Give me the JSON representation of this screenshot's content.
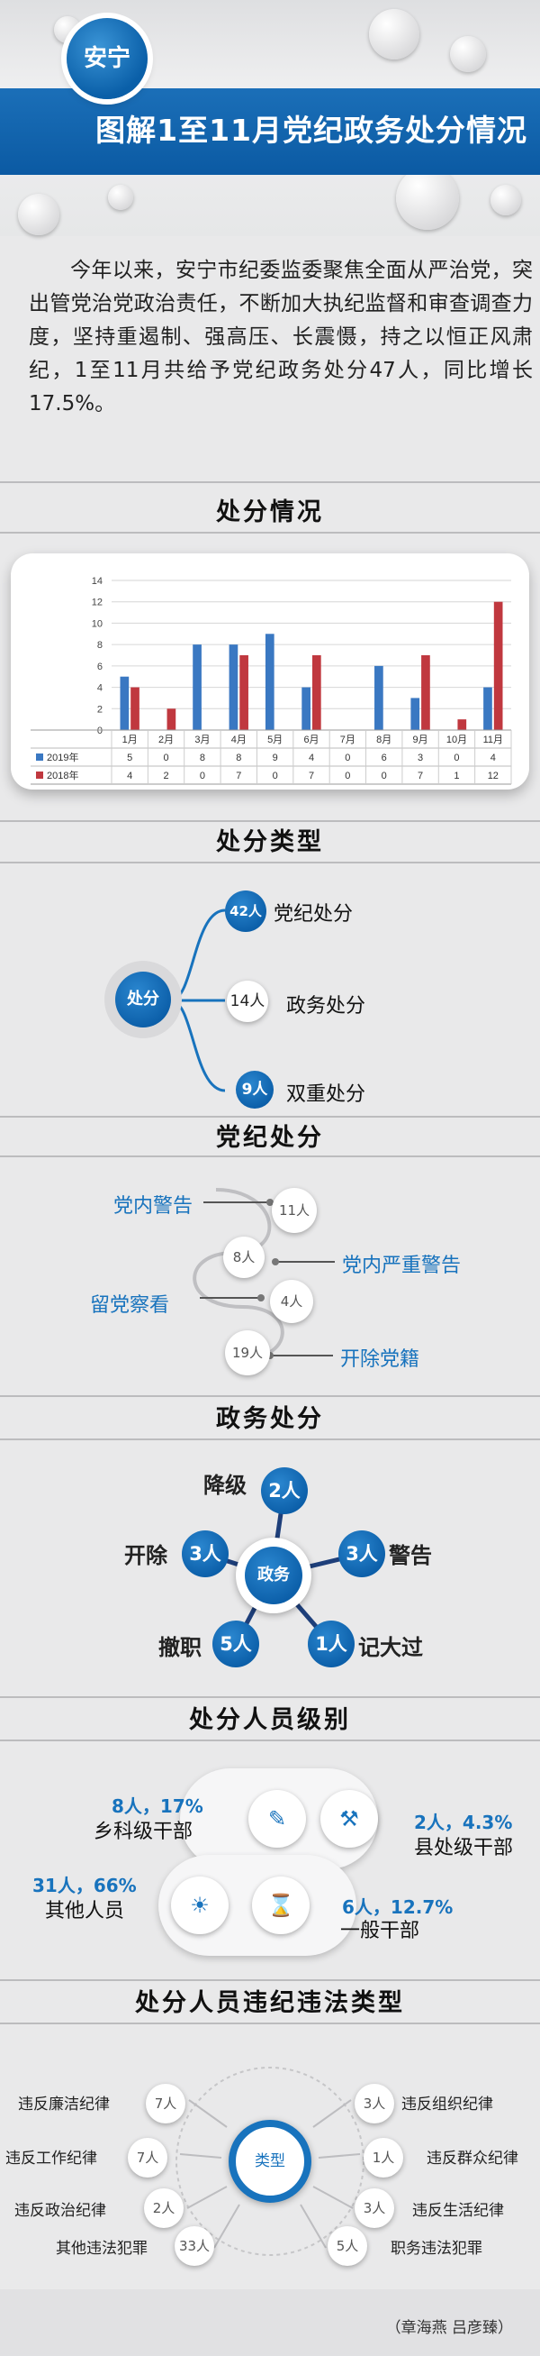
{
  "header": {
    "badge": "安宁",
    "title": "图解1至11月党纪政务处分情况"
  },
  "intro": "今年以来，安宁市纪委监委聚焦全面从严治党，突出管党治党政治责任，不断加大执纪监督和审查调查力度，坚持重遏制、强高压、长震慑，持之以恒正风肃纪，1至11月共给予党纪政务处分47人，同比增长17.5%。",
  "sections": {
    "situation": "处分情况",
    "types": "处分类型",
    "party": "党纪处分",
    "admin": "政务处分",
    "level": "处分人员级别",
    "violation": "处分人员违纪违法类型"
  },
  "chart_data": {
    "type": "bar",
    "categories": [
      "1月",
      "2月",
      "3月",
      "4月",
      "5月",
      "6月",
      "7月",
      "8月",
      "9月",
      "10月",
      "11月"
    ],
    "series": [
      {
        "name": "2019年",
        "values": [
          5,
          0,
          8,
          8,
          9,
          4,
          0,
          6,
          3,
          0,
          4
        ],
        "color": "#3a78c2"
      },
      {
        "name": "2018年",
        "values": [
          4,
          2,
          0,
          7,
          0,
          7,
          0,
          0,
          7,
          1,
          12
        ],
        "color": "#c0383f"
      }
    ],
    "ylim": [
      0,
      14
    ],
    "yticks": [
      "0",
      "2",
      "4",
      "6",
      "8",
      "10",
      "12",
      "14"
    ],
    "grid": true
  },
  "types": {
    "center": "处分",
    "items": [
      {
        "count": "42人",
        "label": "党纪处分"
      },
      {
        "count": "14人",
        "label": "政务处分"
      },
      {
        "count": "9人",
        "label": "双重处分"
      }
    ]
  },
  "party": {
    "items": [
      {
        "label": "党内警告",
        "count": "11人"
      },
      {
        "label": "党内严重警告",
        "count": "8人"
      },
      {
        "label": "留党察看",
        "count": "4人"
      },
      {
        "label": "开除党籍",
        "count": "19人"
      }
    ]
  },
  "admin": {
    "center": "政务",
    "items": [
      {
        "label": "降级",
        "count": "2人"
      },
      {
        "label": "警告",
        "count": "3人"
      },
      {
        "label": "记大过",
        "count": "1人"
      },
      {
        "label": "撤职",
        "count": "5人"
      },
      {
        "label": "开除",
        "count": "3人"
      }
    ]
  },
  "level": {
    "items": [
      {
        "stat": "8人，17%",
        "label": "乡科级干部"
      },
      {
        "stat": "2人，4.3%",
        "label": "县处级干部"
      },
      {
        "stat": "31人，66%",
        "label": "其他人员"
      },
      {
        "stat": "6人，12.7%",
        "label": "一般干部"
      }
    ],
    "icons": [
      "pen-icon",
      "wrench-icon",
      "bulb-icon",
      "hourglass-icon"
    ]
  },
  "violation": {
    "center": "类型",
    "left": [
      {
        "label": "违反廉洁纪律",
        "count": "7人"
      },
      {
        "label": "违反工作纪律",
        "count": "7人"
      },
      {
        "label": "违反政治纪律",
        "count": "2人"
      },
      {
        "label": "其他违法犯罪",
        "count": "33人"
      }
    ],
    "right": [
      {
        "label": "违反组织纪律",
        "count": "3人"
      },
      {
        "label": "违反群众纪律",
        "count": "1人"
      },
      {
        "label": "违反生活纪律",
        "count": "3人"
      },
      {
        "label": "职务违法犯罪",
        "count": "5人"
      }
    ]
  },
  "credit": "（章海燕  吕彦臻）"
}
